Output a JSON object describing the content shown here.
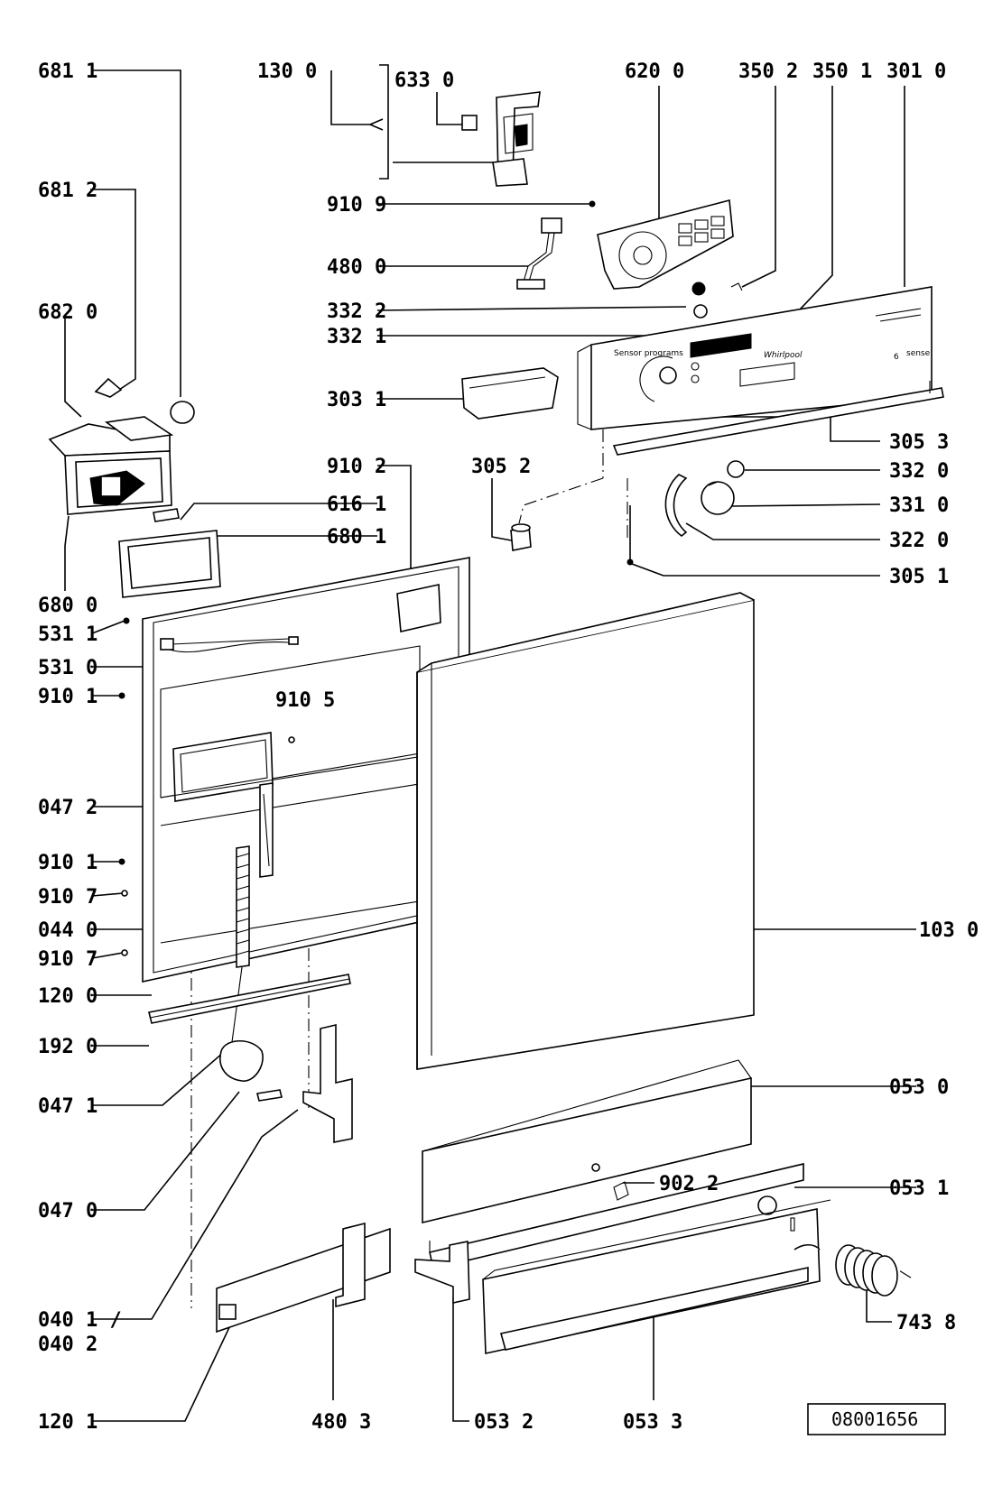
{
  "diagram": {
    "drawing_reference": "08001656",
    "panel_branding": {
      "logo": "Whirlpool",
      "badge_number": "6",
      "badge_word": "sense",
      "program_title": "Sensor programs"
    },
    "part_labels": [
      {
        "id": "681-1",
        "text": "681 1"
      },
      {
        "id": "130-0",
        "text": "130 0"
      },
      {
        "id": "633-0",
        "text": "633 0"
      },
      {
        "id": "620-0",
        "text": "620 0"
      },
      {
        "id": "350-2",
        "text": "350 2"
      },
      {
        "id": "350-1",
        "text": "350 1"
      },
      {
        "id": "301-0",
        "text": "301 0"
      },
      {
        "id": "681-2",
        "text": "681 2"
      },
      {
        "id": "910-9",
        "text": "910 9"
      },
      {
        "id": "480-0",
        "text": "480 0"
      },
      {
        "id": "682-0",
        "text": "682 0"
      },
      {
        "id": "332-2",
        "text": "332 2"
      },
      {
        "id": "332-1",
        "text": "332 1"
      },
      {
        "id": "303-1",
        "text": "303 1"
      },
      {
        "id": "305-3",
        "text": "305 3"
      },
      {
        "id": "910-2",
        "text": "910 2"
      },
      {
        "id": "305-2",
        "text": "305 2"
      },
      {
        "id": "332-0",
        "text": "332 0"
      },
      {
        "id": "331-0",
        "text": "331 0"
      },
      {
        "id": "616-1",
        "text": "616 1"
      },
      {
        "id": "322-0",
        "text": "322 0"
      },
      {
        "id": "680-1",
        "text": "680 1"
      },
      {
        "id": "305-1",
        "text": "305 1"
      },
      {
        "id": "680-0",
        "text": "680 0"
      },
      {
        "id": "531-1",
        "text": "531 1"
      },
      {
        "id": "531-0",
        "text": "531 0"
      },
      {
        "id": "910-1a",
        "text": "910 1"
      },
      {
        "id": "910-5",
        "text": "910 5"
      },
      {
        "id": "047-2",
        "text": "047 2"
      },
      {
        "id": "910-1b",
        "text": "910 1"
      },
      {
        "id": "910-7a",
        "text": "910 7"
      },
      {
        "id": "044-0",
        "text": "044 0"
      },
      {
        "id": "103-0",
        "text": "103 0"
      },
      {
        "id": "910-7b",
        "text": "910 7"
      },
      {
        "id": "120-0",
        "text": "120 0"
      },
      {
        "id": "192-0",
        "text": "192 0"
      },
      {
        "id": "053-0",
        "text": "053 0"
      },
      {
        "id": "047-1",
        "text": "047 1"
      },
      {
        "id": "902-2",
        "text": "902 2"
      },
      {
        "id": "053-1",
        "text": "053 1"
      },
      {
        "id": "047-0",
        "text": "047 0"
      },
      {
        "id": "040-1",
        "text": "040 1 /"
      },
      {
        "id": "040-2",
        "text": "040 2"
      },
      {
        "id": "743-8",
        "text": "743 8"
      },
      {
        "id": "120-1",
        "text": "120 1"
      },
      {
        "id": "480-3",
        "text": "480 3"
      },
      {
        "id": "053-2",
        "text": "053 2"
      },
      {
        "id": "053-3",
        "text": "053 3"
      }
    ]
  }
}
